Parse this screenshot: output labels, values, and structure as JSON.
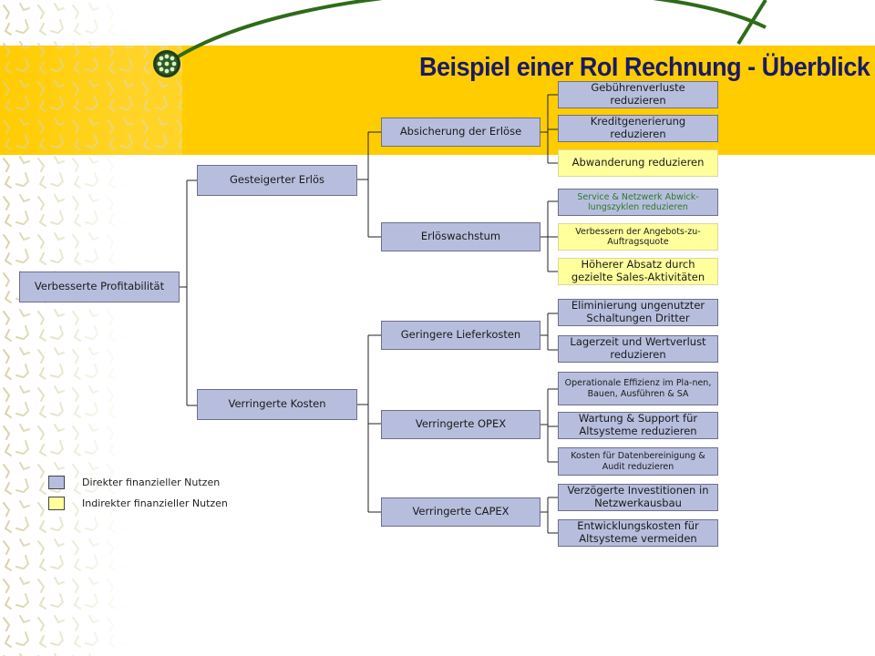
{
  "title": "Beispiel einer RoI Rechnung - Überblick",
  "colors": {
    "banner": "#ffcc00",
    "direct": "#b7bedd",
    "indirect": "#ffff9c",
    "title": "#1a1a66",
    "arc": "#2e6b1a"
  },
  "root": {
    "label": "Verbesserte Profitabilität"
  },
  "level1": [
    {
      "label": "Gesteigerter Erlös"
    },
    {
      "label": "Verringerte Kosten"
    }
  ],
  "level2": [
    {
      "label": "Absicherung der Erlöse"
    },
    {
      "label": "Erlöswachstum"
    },
    {
      "label": "Geringere Lieferkosten"
    },
    {
      "label": "Verringerte OPEX"
    },
    {
      "label": "Verringerte CAPEX"
    }
  ],
  "leaves": [
    {
      "label": "Gebührenverluste reduzieren",
      "type": "direct"
    },
    {
      "label": "Kreditgenerierung reduzieren",
      "type": "direct"
    },
    {
      "label": "Abwanderung reduzieren",
      "type": "indirect"
    },
    {
      "label": "Service & Netzwerk Abwick-lungszyklen reduzieren",
      "type": "direct"
    },
    {
      "label": "Verbessern der Angebots-zu-Auftragsquote",
      "type": "indirect"
    },
    {
      "label": "Höherer Absatz durch gezielte Sales-Aktivitäten",
      "type": "indirect"
    },
    {
      "label": "Eliminierung ungenutzter Schaltungen Dritter",
      "type": "direct"
    },
    {
      "label": "Lagerzeit und Wertverlust reduzieren",
      "type": "direct"
    },
    {
      "label": "Operationale Effizienz im Pla-nen, Bauen, Ausführen & SA",
      "type": "direct"
    },
    {
      "label": "Wartung & Support für Altsysteme reduzieren",
      "type": "direct"
    },
    {
      "label": "Kosten für Datenbereinigung & Audit reduzieren",
      "type": "direct"
    },
    {
      "label": "Verzögerte Investitionen in Netzwerkausbau",
      "type": "direct"
    },
    {
      "label": "Entwicklungskosten für Altsysteme vermeiden",
      "type": "direct"
    }
  ],
  "legend": {
    "direct": "Direkter finanzieller Nutzen",
    "indirect": "Indirekter  finanzieller Nutzen"
  }
}
